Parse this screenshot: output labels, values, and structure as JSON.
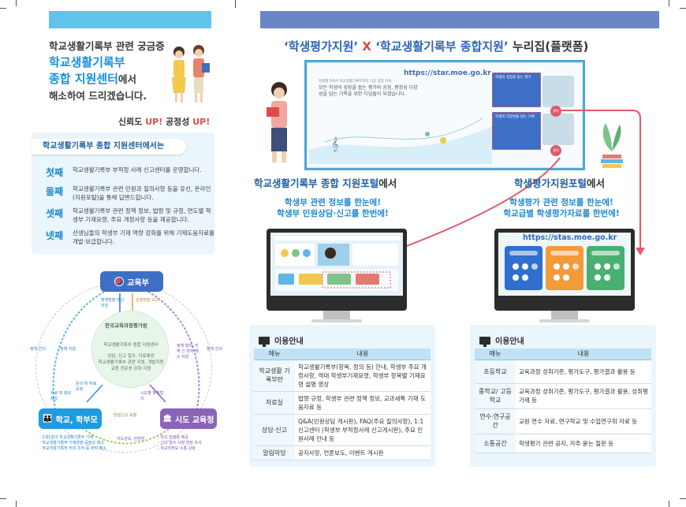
{
  "left": {
    "intro": {
      "line1": "학교생활기록부 관련 궁금증",
      "line2": "학교생활기록부",
      "line3a": "종합 지원센터",
      "line3b": "에서",
      "line4": "해소하여 드리겠습니다."
    },
    "slogan": {
      "part1": "신뢰도 ",
      "up1": "UP!",
      "part2": " 공정성 ",
      "up2": "UP!"
    },
    "info": {
      "heading": "학교생활기록부 종합 지원센터에서는",
      "items": [
        {
          "ord": "첫째",
          "text": "학교생활기록부 부적정 사례 신고센터를 운영합니다."
        },
        {
          "ord": "둘째",
          "text": "학교생활기록부 관련 민원과 질의사항 등을 유선, 온라인(지원포털)을 통해 답변드립니다."
        },
        {
          "ord": "셋째",
          "text": "학교생활기록부 관련 정책 정보, 법령 및 규정, 연도별 학생부 기재요령, 주요 개정사항 등을 제공합니다."
        },
        {
          "ord": "넷째",
          "text": "선생님들의 학생부 기재 역량 강화를 위해 기재도움자료를 개발·보급합니다."
        }
      ]
    },
    "diagram": {
      "moe": "교육부",
      "parents": "학교, 학부모",
      "schools": "시도 교육청",
      "center_org": "한국교육과정평가원",
      "center_name": "학교생활기록부 종합 지원센터",
      "center_items": [
        "상담, 신고 접수, 자료제공",
        "학교생활기록부 관련 지원, 개발지원",
        "교원 전문성 강화 지원"
      ],
      "labels": {
        "policy_support": "정책방향 예산지원",
        "operation_report": "운영현황 보고",
        "policy_feedback": "정책 건의",
        "policy_support_left": "정책 지원",
        "policy_cooperate": "정책 협의, 지역 간 편차 해소 지원",
        "policy_feedback_right": "정책 건의",
        "inquiry": "문의 및 자료요청",
        "data_provide": "자료 및 정보제공",
        "cooperate": "시도별 정책협의",
        "complaint": "민원신고 요청",
        "guidance": "지도감독, 민원방",
        "bottom_left": [
          "- 1대1질의 학교생활기록부 기재",
          "- 학교생활기록부 기재관련 공정성 제고",
          "- 학교생활기록부 허위 조작 등 관리 해소"
        ],
        "bottom_right": [
          "- 학교 컨설팅 제공",
          "- 신고 접수 사항 현장 조사",
          "- 학교학부모 소통 강화"
        ]
      }
    }
  },
  "right": {
    "title": {
      "q1": "‘학생평가지원’",
      "x": " X ",
      "q2": "‘학교생활기록부 종합지원’",
      "rest": " 누리집(플랫폼)"
    },
    "web": {
      "url": "https://star.moe.go.kr",
      "small_head": "학생평가에서 학교생활기록부까지 다음 종합 지원",
      "text": "모든 학생의 성장을 돕는 평가와 공정, 평정성 다양성을 담는 기록을 위한 디딤돌이 되겠습니다.",
      "card1": "학생의 성장을 돕는 평가",
      "card2": "학생의 다양성을 담는 기록",
      "badge": "클릭"
    },
    "portal_left": {
      "name": "학교생활기록부 종합 지원포털",
      "suffix": "에서",
      "desc1": "학생부 관련 정보를 한눈에!",
      "desc2": "학생부 민원상담·신고를 한번에!"
    },
    "portal_right": {
      "name": "학생평가지원포털",
      "suffix": "에서",
      "desc1": "학생평가 관련 정보를 한눈에!",
      "desc2": "학교급별 학생평가자료를 한번에!",
      "url": "https://stas.moe.go.kr"
    },
    "usage_left": {
      "title": "이용안내",
      "headers": [
        "메뉴",
        "내용"
      ],
      "rows": [
        {
          "menu": "학교생활 기록부란",
          "content": "학교생활기록부(항목, 정의 등) 안내, 학생부 주요 개정사항, 역대 학생부기재요령, 학생부 항목별 기재요령 설명 영상"
        },
        {
          "menu": "자료실",
          "content": "법령·규정, 학생부 관련 정책 정보, 교과세특 기재 도움자료 등"
        },
        {
          "menu": "상담·신고",
          "content": "Q&A(민원상담 게시판), FAQ(주요 질의사항), 1:1신고센터 (학생부 부적정사례 신고게시판), 주요 민원사례 안내 등"
        },
        {
          "menu": "알림마당",
          "content": "공지사항, 언론보도, 이벤트 게시판"
        }
      ]
    },
    "usage_right": {
      "title": "이용안내",
      "headers": [
        "메뉴",
        "내용"
      ],
      "rows": [
        {
          "menu": "초등학교",
          "content": "교육과정 성취기준, 평가도구, 평가결과 활용 등"
        },
        {
          "menu": "중학교/ 고등학교",
          "content": "교육과정 성취기준, 평가도구, 평가결과 활용, 성취평가제 등"
        },
        {
          "menu": "연수·연구공간",
          "content": "교원 연수 자료, 연구학교 및 수업연구회 자료 등"
        },
        {
          "menu": "소통공간",
          "content": "학생평가 관련 공지, 자주 묻는 질문 등"
        }
      ]
    }
  }
}
